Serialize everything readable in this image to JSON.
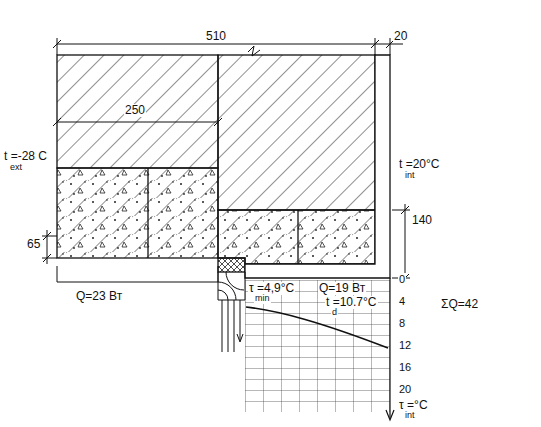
{
  "diagram": {
    "labels": [
      "510",
      "20",
      "250",
      "t =-28 C",
      "ext",
      "t =20°C",
      "int",
      "140",
      "65",
      "τ =4,9°C",
      "min",
      "Q=19 Вт",
      "Q=23 Вт",
      "t =10.7°C",
      "d",
      "ΣQ=42",
      "0",
      "4",
      "8",
      "12",
      "16",
      "20",
      "τ =°C",
      "int"
    ]
  }
}
